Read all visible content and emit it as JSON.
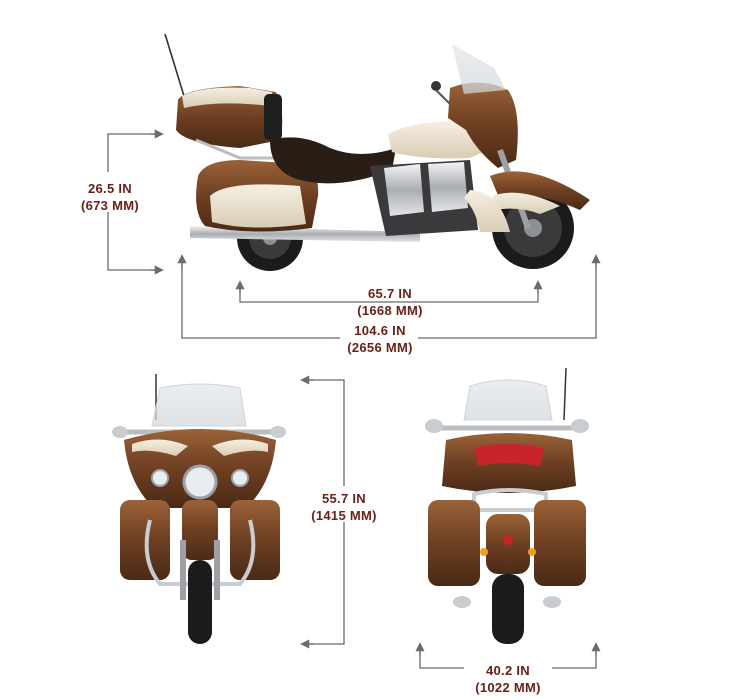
{
  "dimensions": {
    "seat_height": {
      "imperial": "26.5 IN",
      "metric": "(673 MM)"
    },
    "wheelbase": {
      "imperial": "65.7 IN",
      "metric": "(1668 MM)"
    },
    "overall_length": {
      "imperial": "104.6 IN",
      "metric": "(2656 MM)"
    },
    "overall_height": {
      "imperial": "55.7 IN",
      "metric": "(1415 MM)"
    },
    "overall_width": {
      "imperial": "40.2 IN",
      "metric": "(1022 MM)"
    }
  },
  "views": {
    "side": {
      "icon": "motorcycle-side-view"
    },
    "front": {
      "icon": "motorcycle-front-view"
    },
    "rear": {
      "icon": "motorcycle-rear-view"
    }
  },
  "colors": {
    "dimension_text": "#6b1f17",
    "dimension_lines": "#6b6b6b",
    "body_bronze": "#7a4a28",
    "body_cream": "#efe6d6",
    "chrome": "#c9ccd0"
  }
}
